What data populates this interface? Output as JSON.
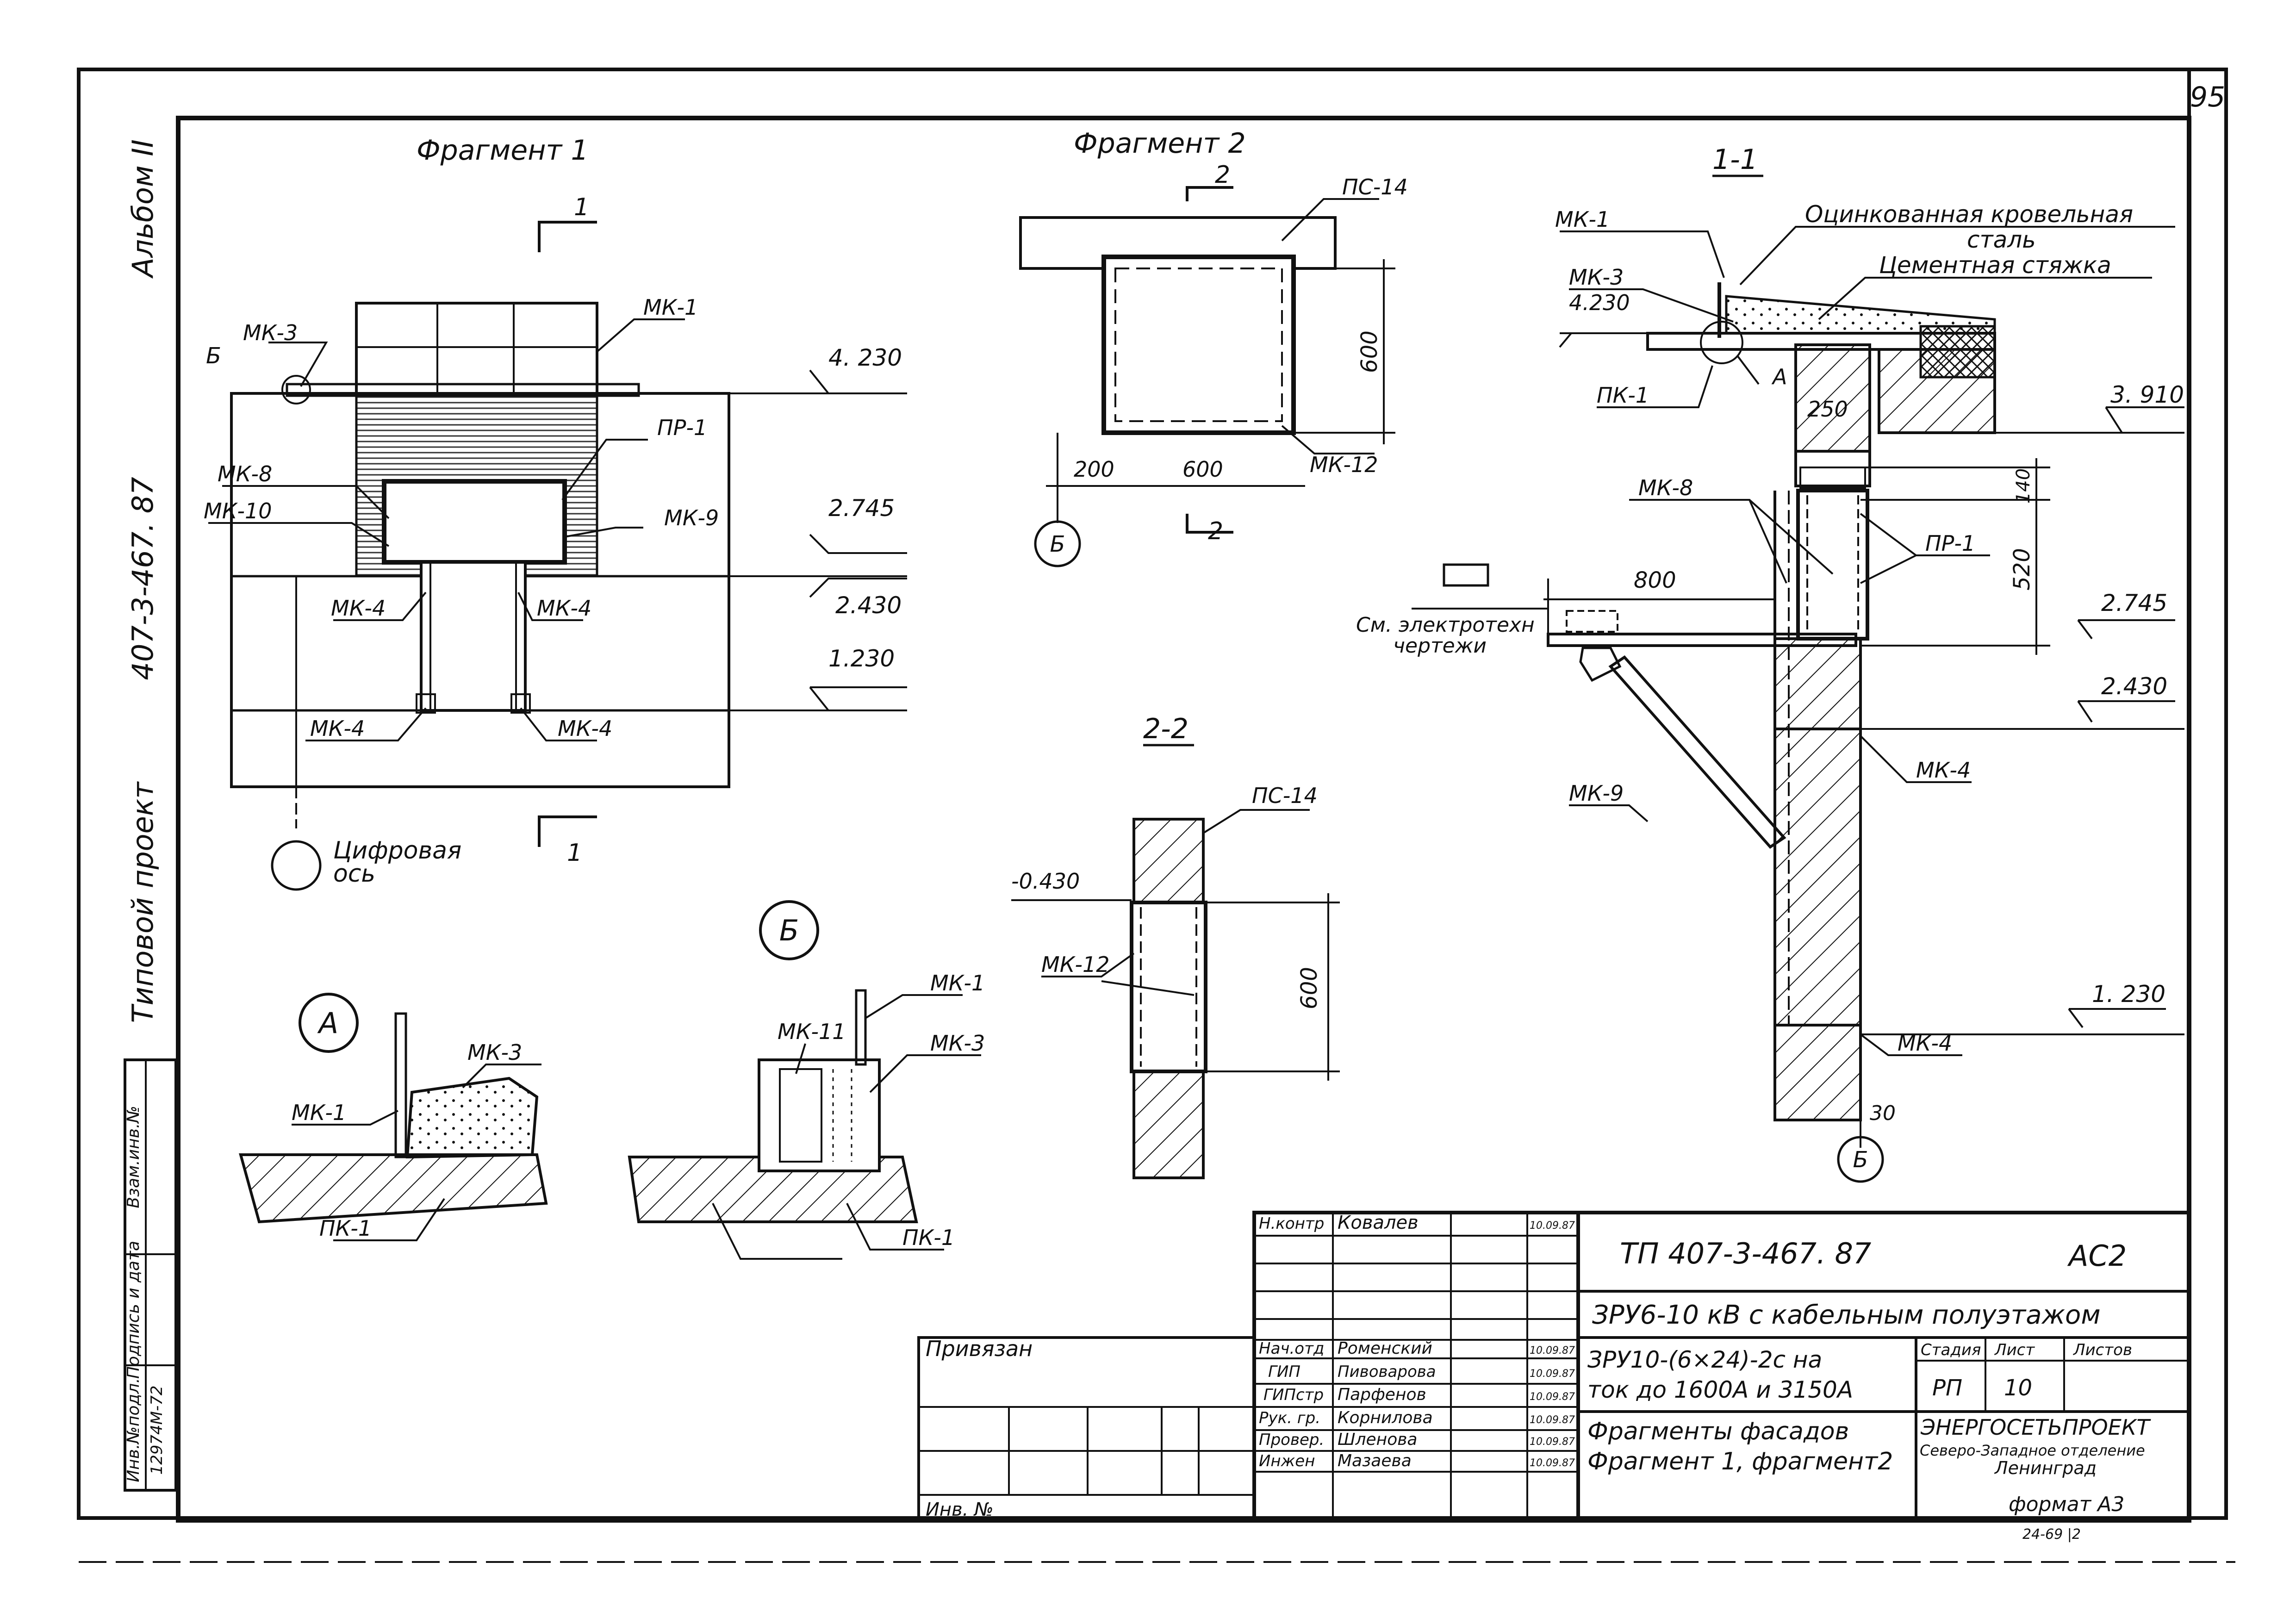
{
  "sheet": {
    "page_number": "95",
    "margin_album": "Альбом II",
    "margin_project_label": "Типовой проект",
    "margin_project_code": "407-3-467. 87",
    "margin_inv_original": "Инв.№подл.",
    "margin_signature_date": "Подпись и дата",
    "margin_inv_swap": "Взам.инв.№",
    "margin_inv_value": "12974М-72",
    "format": "формат А3",
    "footer_number": "24-69 |2"
  },
  "fragment1": {
    "title": "Фрагмент 1",
    "section_mark_top": "1",
    "section_mark_bottom": "1",
    "axis_letter": "Б",
    "axis_caption_line1": "Цифровая",
    "axis_caption_line2": "ось",
    "labels": {
      "mk3": "МК-3",
      "mk1": "МК-1",
      "mk8": "МК-8",
      "mk10": "МК-10",
      "pr1": "ПР-1",
      "mk9": "МК-9",
      "mk4a": "МК-4",
      "mk4b": "МК-4",
      "mk4c": "МК-4",
      "mk4d": "МК-4"
    },
    "elevations": [
      "4. 230",
      "2.745",
      "2.430",
      "1.230"
    ]
  },
  "fragment2": {
    "title": "Фрагмент 2",
    "section_mark_top": "2",
    "section_mark_bottom": "2",
    "label_ps14": "ПС-14",
    "label_mk12": "МК-12",
    "dim_height": "600",
    "dim_left": "200",
    "dim_width": "600",
    "axis_letter": "Б"
  },
  "section22": {
    "title": "2-2",
    "label_ps14": "ПС-14",
    "label_mk12": "МК-12",
    "elevation": "-0.430",
    "dim_height": "600"
  },
  "section11": {
    "title": "1-1",
    "label_steel_line1": "Оцинкованная кровельная",
    "label_steel_line2": "сталь",
    "label_screed": "Цементная стяжка",
    "mk1": "МК-1",
    "mk3": "МК-3",
    "pk1": "ПК-1",
    "node_a": "А",
    "dim_250": "250",
    "mk8": "МК-8",
    "pr1": "ПР-1",
    "dim_140": "140",
    "dim_520": "520",
    "dim_800": "800",
    "electro_line1": "См. электротехн",
    "electro_line2": "чертежи",
    "mk9": "МК-9",
    "mk4a": "МК-4",
    "mk4b": "МК-4",
    "dim_30": "30",
    "axis_letter": "Б",
    "elevations": [
      "4.230",
      "3. 910",
      "2.745",
      "2.430",
      "1. 230"
    ]
  },
  "nodeA": {
    "letter": "А",
    "mk3": "МК-3",
    "mk1": "МК-1",
    "pk1": "ПК-1"
  },
  "nodeB": {
    "letter": "Б",
    "mk1": "МК-1",
    "mk11": "МК-11",
    "mk3": "МК-3",
    "pk1": "ПК-1"
  },
  "title_block": {
    "privyazan": "Привязан",
    "inv_no": "Инв. №",
    "project_code": "ТП 407-3-467. 87",
    "sheet_code": "АС2",
    "description": "ЗРУ6-10 кВ с кабельным полуэтажом",
    "subtitle_line1": "ЗРУ10-(6×24)-2с на",
    "subtitle_line2": "ток до 1600А и 3150А",
    "drawing_title_line1": "Фрагменты фасадов",
    "drawing_title_line2": "Фрагмент 1, фрагмент2",
    "stage_header": "Стадия",
    "sheet_header": "Лист",
    "sheets_header": "Листов",
    "stage": "РП",
    "sheet": "10",
    "organization": "ЭНЕРГОСЕТЬПРОЕКТ",
    "division": "Северо-Западное отделение",
    "city": "Ленинград",
    "staff": [
      {
        "role": "Н.контр",
        "name": "Ковалев",
        "date": "10.09.87"
      },
      {
        "role": "Нач.отд",
        "name": "Роменский",
        "date": "10.09.87"
      },
      {
        "role": "ГИП",
        "name": "Пивоварова",
        "date": "10.09.87"
      },
      {
        "role": "ГИПстр",
        "name": "Парфенов",
        "date": "10.09.87"
      },
      {
        "role": "Рук. гр.",
        "name": "Корнилова",
        "date": "10.09.87"
      },
      {
        "role": "Провер.",
        "name": "Шленова",
        "date": "10.09.87"
      },
      {
        "role": "Инжен",
        "name": "Мазаева",
        "date": "10.09.87"
      }
    ]
  }
}
